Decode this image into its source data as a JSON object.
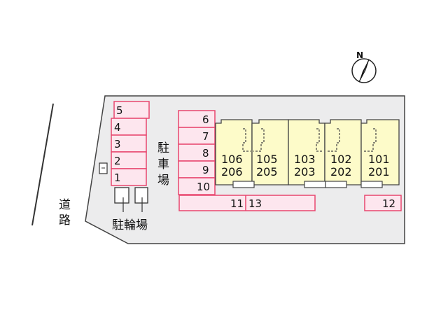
{
  "compass": {
    "label": "N"
  },
  "road": {
    "label_line1": "道",
    "label_line2": "路"
  },
  "parking": {
    "label_line1": "駐",
    "label_line2": "車",
    "label_line3": "場"
  },
  "bike_parking": {
    "label": "駐輪場"
  },
  "spaces": {
    "s1": "1",
    "s2": "2",
    "s3": "3",
    "s4": "4",
    "s5": "5",
    "s6": "6",
    "s7": "7",
    "s8": "8",
    "s9": "9",
    "s10": "10",
    "s11": "11",
    "s12": "12",
    "s13": "13"
  },
  "units": [
    {
      "upper": "106",
      "lower": "206"
    },
    {
      "upper": "105",
      "lower": "205"
    },
    {
      "upper": "103",
      "lower": "203"
    },
    {
      "upper": "102",
      "lower": "202"
    },
    {
      "upper": "101",
      "lower": "201"
    }
  ],
  "colors": {
    "lot_fill": "#ececed",
    "space_fill": "#fde6ee",
    "space_stroke": "#e8466e",
    "building_fill": "#fdfbc9",
    "outline": "#444444"
  }
}
